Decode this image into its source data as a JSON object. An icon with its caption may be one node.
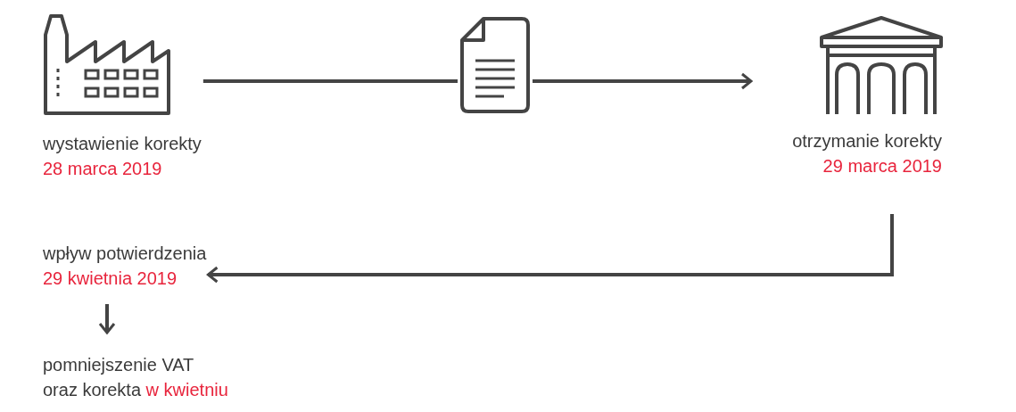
{
  "diagram": {
    "nodes": [
      {
        "text": [
          "wystawienie korekty",
          "28 marca 2019"
        ]
      },
      {
        "text": [],
        "shape": "picture"
      },
      {
        "text": [
          "otrzymanie korekty",
          "29 marca 2019"
        ]
      },
      {
        "text": [
          "wpływ potwierdzenia",
          "29 kwietnia 2019"
        ]
      },
      {
        "text": [
          "pomniejszenie VAT oraz korekta *w kwietniu*"
        ]
      }
    ],
    "edges": [
      {
        "from": 0,
        "to": 1,
        "arrow": "none"
      },
      {
        "from": 1,
        "to": 2,
        "arrow": "to"
      },
      {
        "from": 2,
        "to": 3,
        "arrow": "to"
      },
      {
        "from": 3,
        "to": 4,
        "arrow": "to"
      }
    ]
  }
}
